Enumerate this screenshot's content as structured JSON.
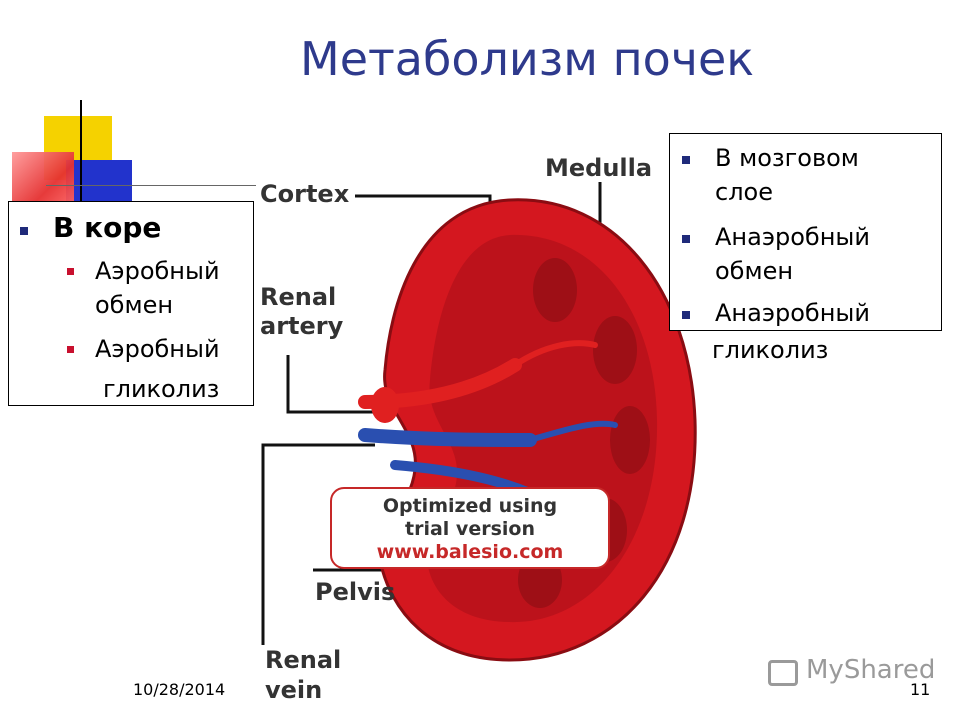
{
  "slide": {
    "title": "Метаболизм почек",
    "date": "10/28/2014",
    "page_number": "11"
  },
  "diagram_labels": {
    "cortex": "Cortex",
    "medulla": "Medulla",
    "renal_artery_line1": "Renal",
    "renal_artery_line2": "artery",
    "pelvis": "Pelvis",
    "renal_vein_line1": "Renal",
    "renal_vein_line2": "vein"
  },
  "left_box": {
    "heading": "В коре",
    "item1_line1": "Аэробный",
    "item1_line2": "обмен",
    "item2_line1": "Аэробный",
    "item2_line2": "гликолиз"
  },
  "right_box": {
    "item1_line1": "В мозговом",
    "item1_line2": "слое",
    "item2_line1": "Анаэробный",
    "item2_line2": "обмен",
    "item3_line1": "Анаэробный",
    "item3_line2": "гликолиз"
  },
  "watermark": {
    "line1": "Optimized using",
    "line2": "trial version",
    "url": "www.balesio.com"
  },
  "branding": {
    "site": "MyShared"
  },
  "colors": {
    "title": "#2e3a8c",
    "kidney": "#d4171f",
    "navy_bullet": "#1f2a7a",
    "red_bullet": "#c8102e"
  }
}
